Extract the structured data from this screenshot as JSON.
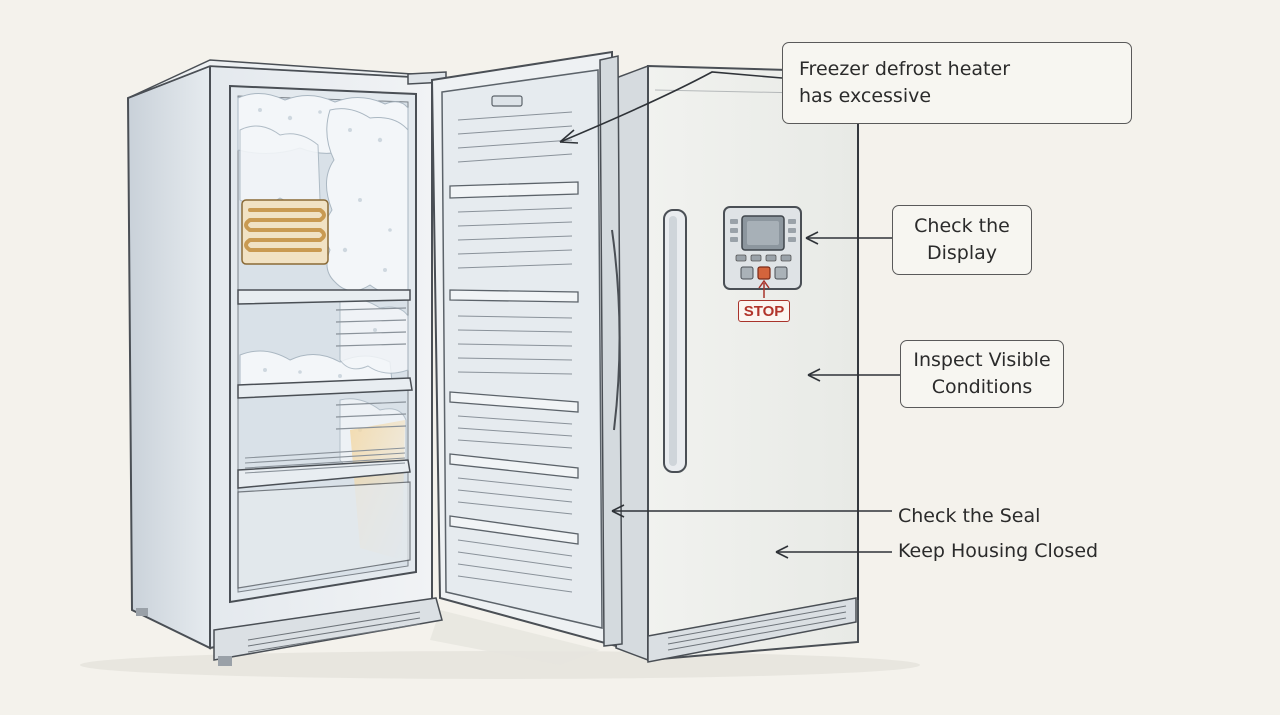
{
  "callouts": {
    "defrost_heater": {
      "line1": "Freezer defrost heater",
      "line2": "has excessive"
    },
    "display": {
      "line1": "Check the",
      "line2": "Display"
    },
    "visible_conditions": {
      "line1": "Inspect Visible",
      "line2": "Conditions"
    },
    "seal": {
      "text": "Check the Seal"
    },
    "housing": {
      "text": "Keep Housing Closed"
    }
  },
  "control_panel": {
    "stop_label": "STOP"
  },
  "colors": {
    "background": "#f4f2ec",
    "cabinet": "#dde3e8",
    "frost": "#eef3f8",
    "coil": "#c99a52",
    "stop_button": "#d4643c",
    "stop_text": "#b2342b",
    "outline": "#4a4f55"
  }
}
